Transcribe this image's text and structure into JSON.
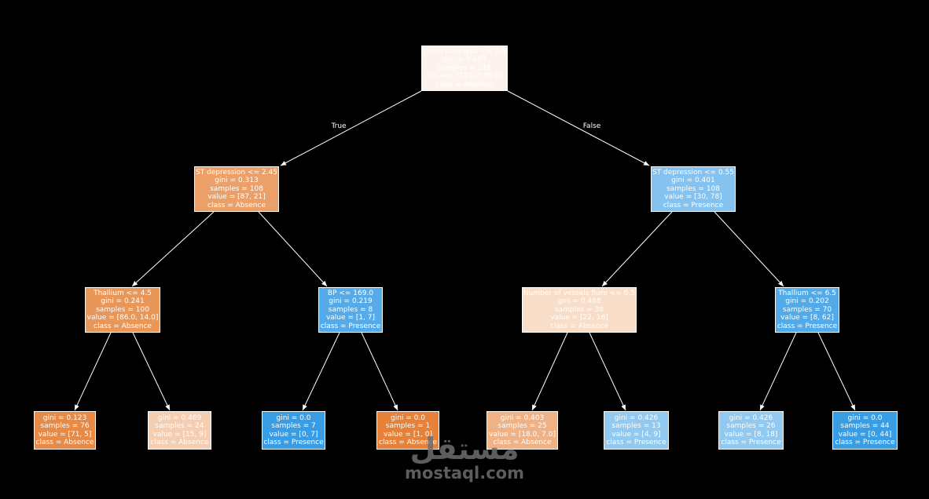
{
  "tree": {
    "nodes": [
      {
        "id": "root",
        "lines": [
          "Chest pain type <= 3.5",
          "gini = 0.497",
          "samples = 216",
          "value = [117.0, 99.0]",
          "class = Absence"
        ],
        "color": "#fdf3ec"
      },
      {
        "id": "n1",
        "lines": [
          "ST depression <= 2.45",
          "gini = 0.313",
          "samples = 108",
          "value = [87, 21]",
          "class = Absence"
        ],
        "color": "#eba069"
      },
      {
        "id": "n2",
        "lines": [
          "ST depression <= 0.55",
          "gini = 0.401",
          "samples = 108",
          "value = [30, 78]",
          "class = Presence"
        ],
        "color": "#85c2ef"
      },
      {
        "id": "n3",
        "lines": [
          "Thallium <= 4.5",
          "gini = 0.241",
          "samples = 100",
          "value = [86.0, 14.0]",
          "class = Absence"
        ],
        "color": "#e99659"
      },
      {
        "id": "n4",
        "lines": [
          "BP <= 169.0",
          "gini = 0.219",
          "samples = 8",
          "value = [1, 7]",
          "class = Presence"
        ],
        "color": "#55abe9"
      },
      {
        "id": "n5",
        "lines": [
          "Number of vessels fluro <= 0.5",
          "gini = 0.488",
          "samples = 38",
          "value = [22, 16]",
          "class = Absence"
        ],
        "color": "#f8ddc9"
      },
      {
        "id": "n6",
        "lines": [
          "Thallium <= 6.5",
          "gini = 0.202",
          "samples = 70",
          "value = [8, 62]",
          "class = Presence"
        ],
        "color": "#53aae8"
      },
      {
        "id": "l1",
        "lines": [
          "gini = 0.123",
          "samples = 76",
          "value = [71, 5]",
          "class = Absence"
        ],
        "color": "#e78a47"
      },
      {
        "id": "l2",
        "lines": [
          "gini = 0.469",
          "samples = 24",
          "value = [15, 9]",
          "class = Absence"
        ],
        "color": "#f5cdb0"
      },
      {
        "id": "l3",
        "lines": [
          "gini = 0.0",
          "samples = 7",
          "value = [0, 7]",
          "class = Presence"
        ],
        "color": "#399de5"
      },
      {
        "id": "l4",
        "lines": [
          "gini = 0.0",
          "samples = 1",
          "value = [1, 0]",
          "class = Absence"
        ],
        "color": "#e58139"
      },
      {
        "id": "l5",
        "lines": [
          "gini = 0.403",
          "samples = 25",
          "value = [18.0, 7.0]",
          "class = Absence"
        ],
        "color": "#efb286"
      },
      {
        "id": "l6",
        "lines": [
          "gini = 0.426",
          "samples = 13",
          "value = [4, 9]",
          "class = Presence"
        ],
        "color": "#91c9f1"
      },
      {
        "id": "l7",
        "lines": [
          "gini = 0.426",
          "samples = 26",
          "value = [8, 18]",
          "class = Presence"
        ],
        "color": "#91c9f1"
      },
      {
        "id": "l8",
        "lines": [
          "gini = 0.0",
          "samples = 44",
          "value = [0, 44]",
          "class = Presence"
        ],
        "color": "#399de5"
      }
    ],
    "edges": [
      {
        "from": "root",
        "to": "n1",
        "label": "True"
      },
      {
        "from": "root",
        "to": "n2",
        "label": "False"
      },
      {
        "from": "n1",
        "to": "n3"
      },
      {
        "from": "n1",
        "to": "n4"
      },
      {
        "from": "n2",
        "to": "n5"
      },
      {
        "from": "n2",
        "to": "n6"
      },
      {
        "from": "n3",
        "to": "l1"
      },
      {
        "from": "n3",
        "to": "l2"
      },
      {
        "from": "n4",
        "to": "l3"
      },
      {
        "from": "n4",
        "to": "l4"
      },
      {
        "from": "n5",
        "to": "l5"
      },
      {
        "from": "n5",
        "to": "l6"
      },
      {
        "from": "n6",
        "to": "l7"
      },
      {
        "from": "n6",
        "to": "l8"
      }
    ]
  },
  "watermark": {
    "arabic": "مستقل",
    "latin": "mostaql.com"
  }
}
